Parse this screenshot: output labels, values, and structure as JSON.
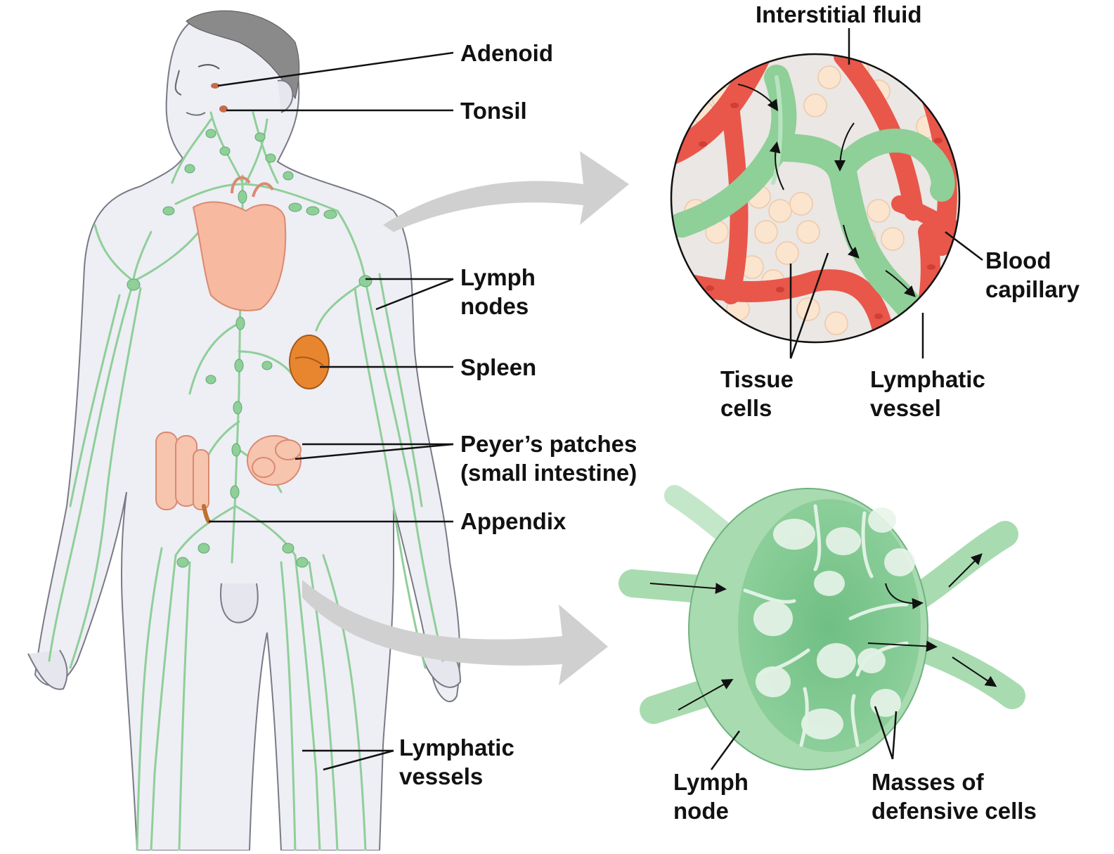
{
  "colors": {
    "lymph_green": "#8fcf98",
    "lymph_green_dark": "#4f9f63",
    "node_green": "#a9dbb0",
    "blood_red": "#e8574a",
    "blood_red_dark": "#c7332a",
    "tissue": "#fbe3cf",
    "organ_peach": "#f7b9a0",
    "spleen_orange": "#e8862f",
    "body_fill": "#eeeef5",
    "arrow_gray": "#d0d0d0"
  },
  "labels": {
    "adenoid": "Adenoid",
    "tonsil": "Tonsil",
    "lymph_nodes": [
      "Lymph",
      "nodes"
    ],
    "spleen": "Spleen",
    "peyers": [
      "Peyer’s patches",
      "(small intestine)"
    ],
    "appendix": "Appendix",
    "lymphatic_vessels": [
      "Lymphatic",
      "vessels"
    ],
    "interstitial_fluid": "Interstitial fluid",
    "blood_capillary": [
      "Blood",
      "capillary"
    ],
    "tissue_cells": [
      "Tissue",
      "cells"
    ],
    "lymphatic_vessel": [
      "Lymphatic",
      "vessel"
    ],
    "lymph_node": [
      "Lymph",
      "node"
    ],
    "defensive_cells": [
      "Masses of",
      "defensive cells"
    ]
  }
}
